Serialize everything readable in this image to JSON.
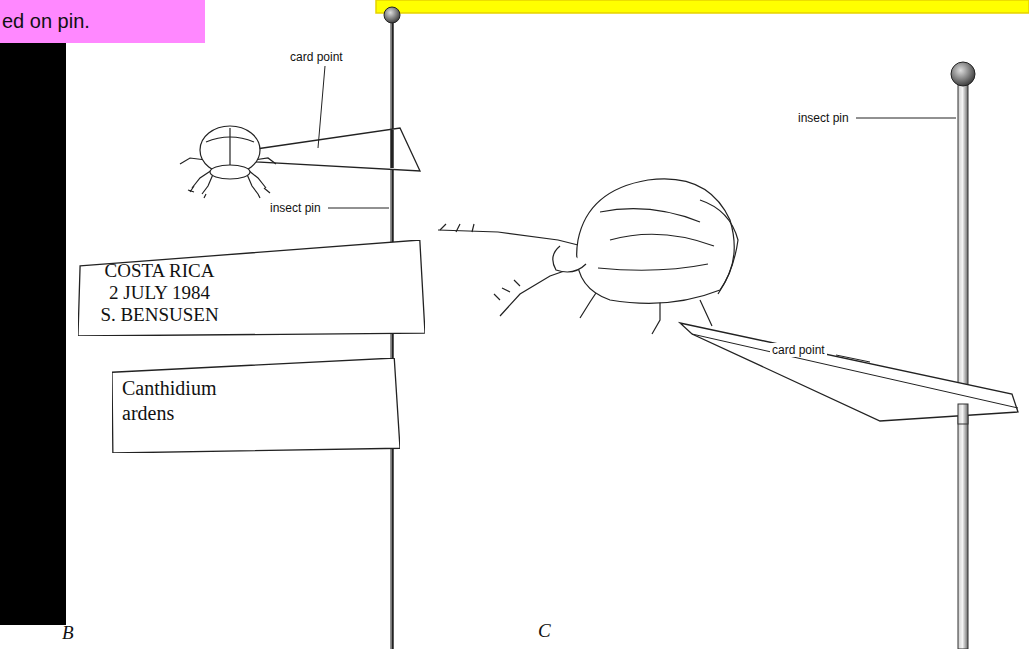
{
  "diagram": {
    "nodes": [
      {
        "text": [
          "ed on pin."
        ]
      },
      {
        "text": [
          "COSTA RICA 2 JULY 1984 S. BENSUSEN"
        ]
      },
      {
        "text": [
          "Canthidium ardens"
        ]
      }
    ],
    "labels": [
      "card point",
      "insect pin",
      "insect pin",
      "card point",
      "B",
      "C"
    ]
  }
}
